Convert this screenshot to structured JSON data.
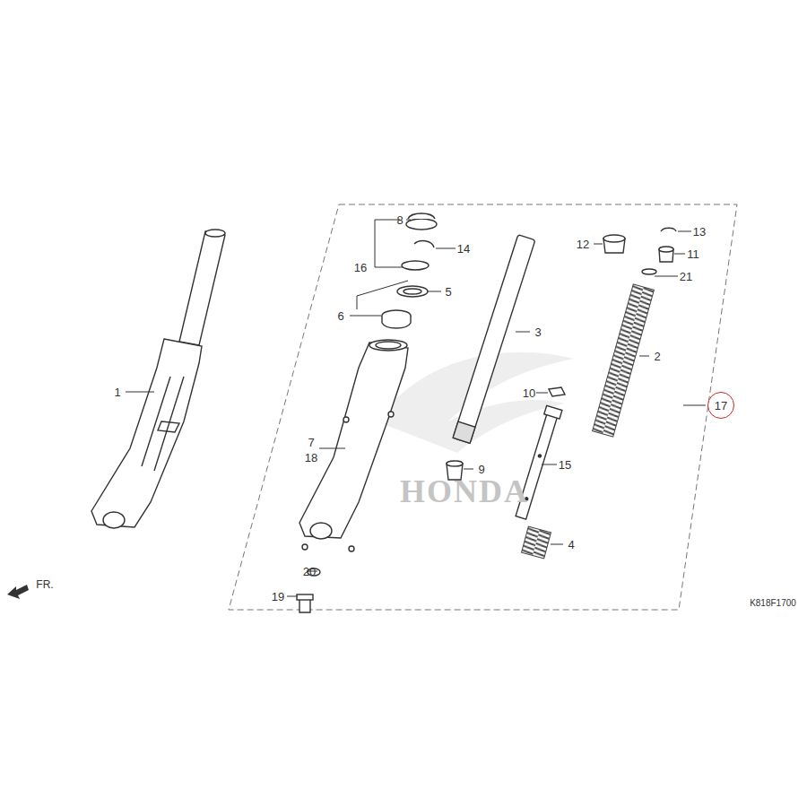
{
  "diagram": {
    "nodes": [
      {
        "text": [
          "17"
        ]
      }
    ],
    "labels": [
      "8",
      "16",
      "14",
      "12",
      "13",
      "11",
      "21",
      "5",
      "6",
      "3",
      "2",
      "1",
      "10",
      "7",
      "18",
      "9",
      "15",
      "4",
      "20",
      "19",
      "FR.",
      "K818F1700",
      "HONDA"
    ]
  }
}
